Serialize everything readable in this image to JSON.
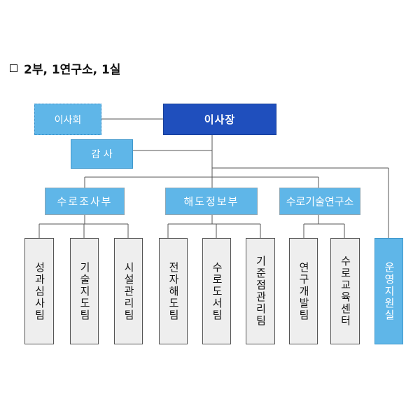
{
  "heading": {
    "marker": "☐",
    "text": "2부, 1연구소, 1실"
  },
  "chart": {
    "board": "이사회",
    "chairman": "이사장",
    "auditor": "감 사",
    "departments": [
      {
        "name": "수로조사부",
        "teams": [
          "성과심사팀",
          "기술지도팀",
          "시설관리팀"
        ]
      },
      {
        "name": "해도정보부",
        "teams": [
          "전자해도팀",
          "수로도서팀",
          "기준점관리팀"
        ]
      },
      {
        "name": "수로기술연구소",
        "teams": [
          "연구개발팀",
          "수로교육센터"
        ]
      }
    ],
    "office": "운영지원실"
  },
  "colors": {
    "light_box": "#5fb6e8",
    "dark_box": "#1f4fbd",
    "team_box": "#eeeeee",
    "lines": "#555555"
  }
}
